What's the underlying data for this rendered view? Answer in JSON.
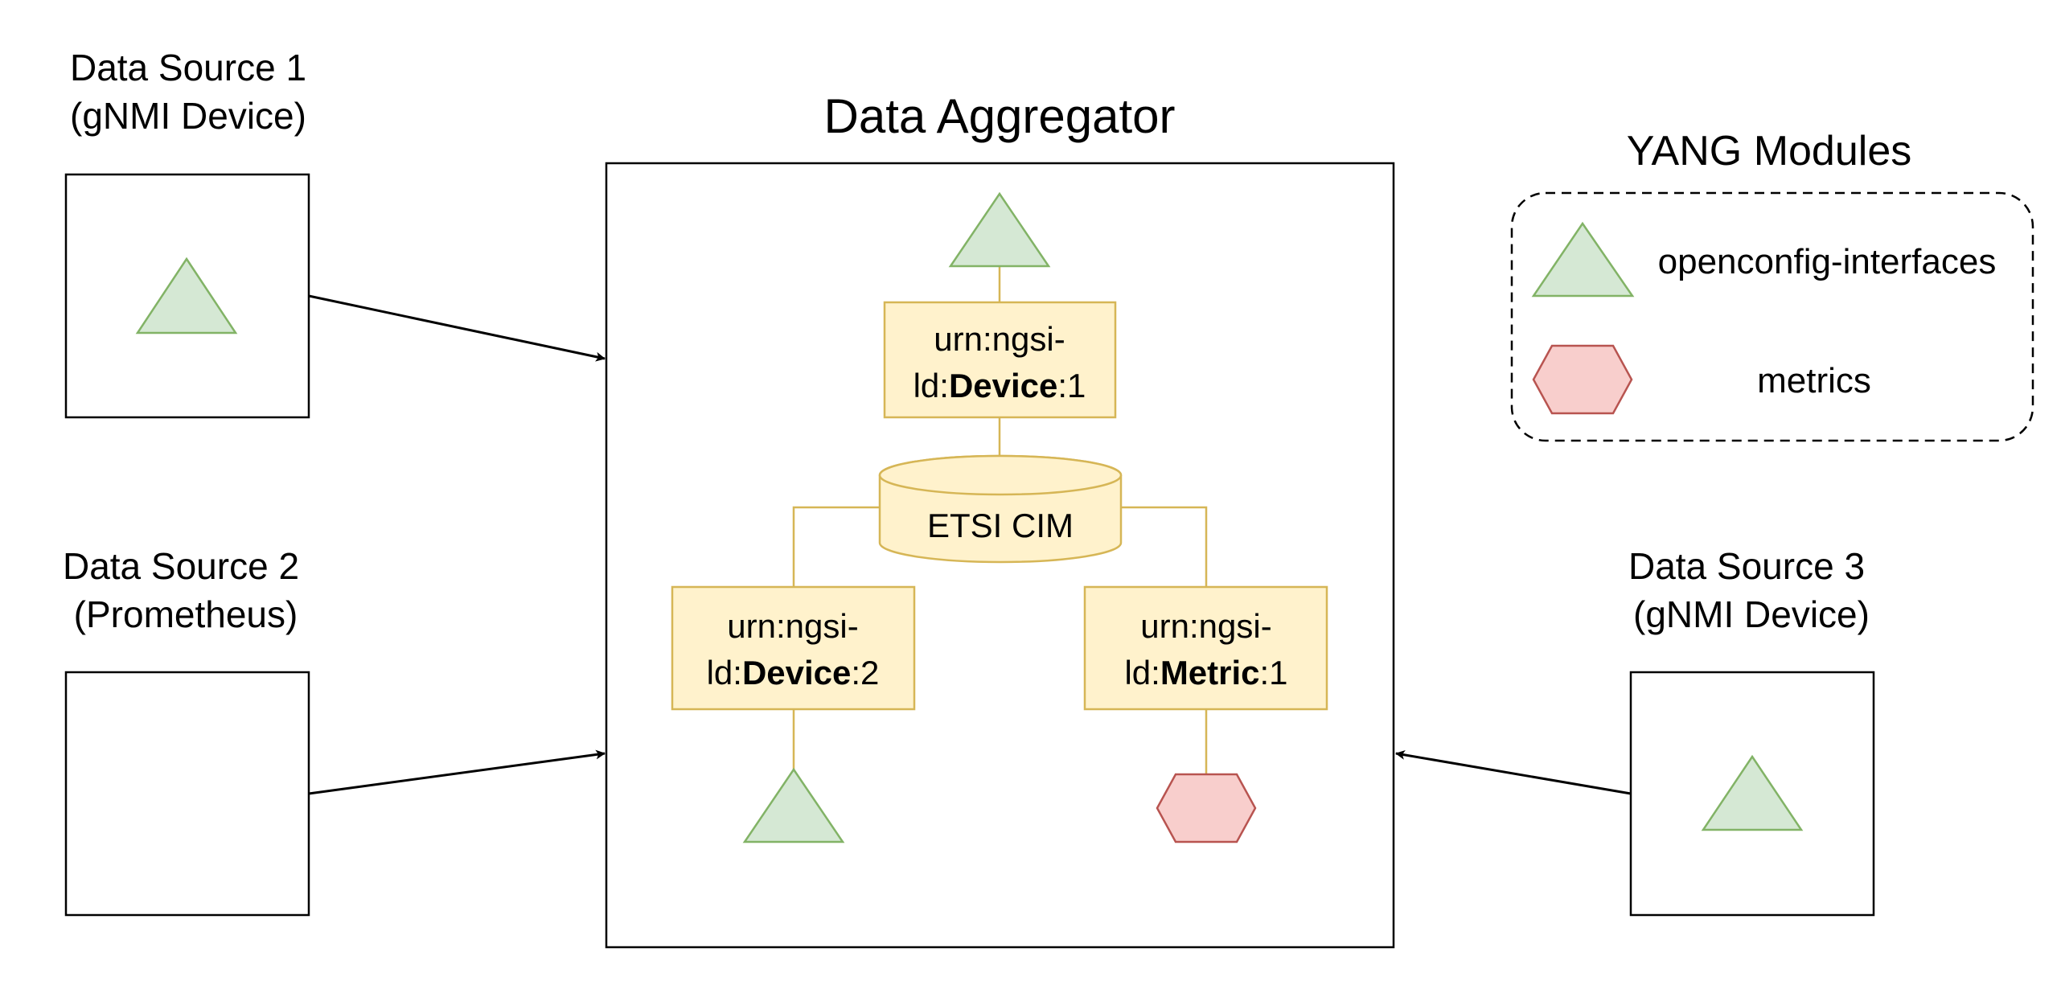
{
  "colors": {
    "entity_fill": "#fff2cc",
    "entity_stroke": "#d6b656",
    "interface_fill": "#d5e8d4",
    "interface_stroke": "#82b366",
    "metric_fill": "#f8cecc",
    "metric_stroke": "#b85450"
  },
  "sources": {
    "s1": {
      "line1": "Data Source 1",
      "line2": "(gNMI Device)"
    },
    "s2": {
      "line1": "Data Source 2",
      "line2": "(Prometheus)"
    },
    "s3": {
      "line1": "Data Source 3",
      "line2": "(gNMI Device)"
    }
  },
  "aggregator": {
    "title": "Data Aggregator",
    "database": "ETSI CIM",
    "entities": {
      "device1": {
        "line1": "urn:ngsi-",
        "prefix": "ld:",
        "bold": "Device",
        "suffix": ":1"
      },
      "device2": {
        "line1": "urn:ngsi-",
        "prefix": "ld:",
        "bold": "Device",
        "suffix": ":2"
      },
      "metric1": {
        "line1": "urn:ngsi-",
        "prefix": "ld:",
        "bold": "Metric",
        "suffix": ":1"
      }
    }
  },
  "legend": {
    "title": "YANG Modules",
    "items": [
      {
        "icon": "triangle-icon",
        "label": "openconfig-interfaces"
      },
      {
        "icon": "hexagon-icon",
        "label": "metrics"
      }
    ]
  }
}
